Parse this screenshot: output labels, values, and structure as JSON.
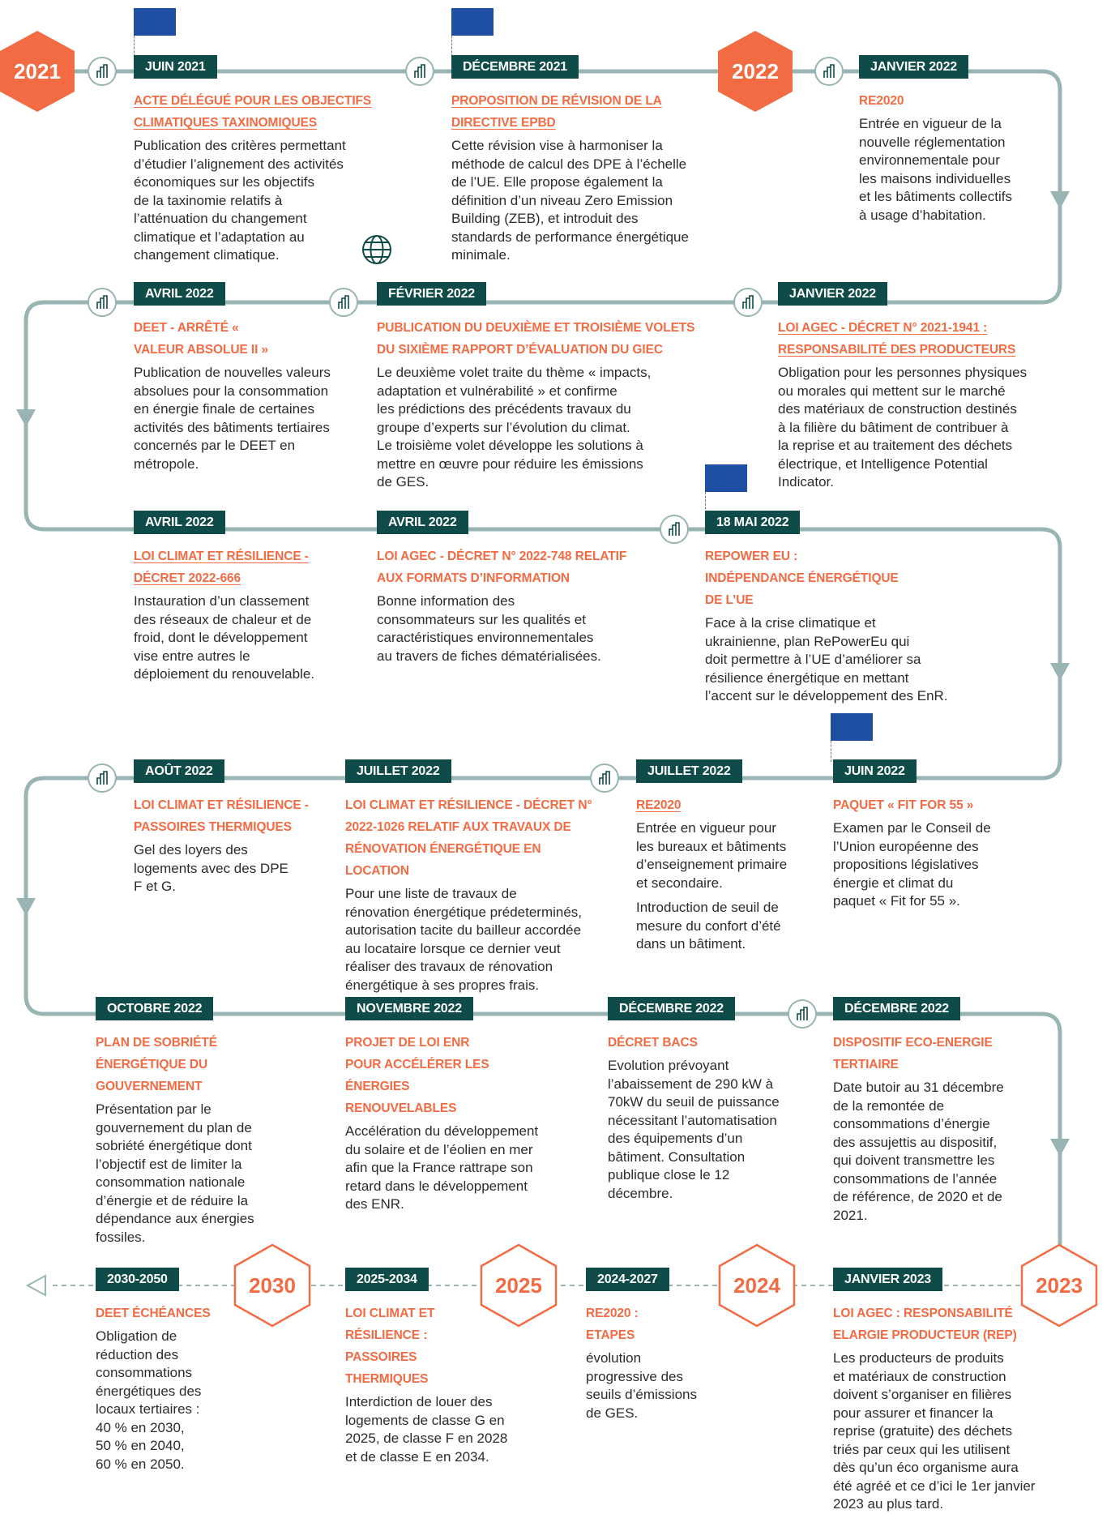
{
  "colors": {
    "accent": "#f26b43",
    "date_bg": "#0f4c49",
    "line": "#98b5b3"
  },
  "years": {
    "y2021": "2021",
    "y2022": "2022",
    "y2023": "2023",
    "y2024": "2024",
    "y2025": "2025",
    "y2030": "2030"
  },
  "events": [
    {
      "date": "JUIN 2021",
      "title": "ACTE DÉLÉGUÉ POUR LES OBJECTIFS CLIMATIQUES TAXINOMIQUES",
      "desc": "Publication des critères permettant\nd’étudier l’alignement des activités\néconomiques sur les objectifs\nde la taxinomie relatifs à\nl’atténuation du changement\nclimatique et l’adaptation au\nchangement climatique."
    },
    {
      "date": "DÉCEMBRE 2021",
      "title": "PROPOSITION DE RÉVISION DE LA DIRECTIVE EPBD",
      "desc": "Cette révision vise à harmoniser la\nméthode de calcul des DPE à l’échelle\nde l’UE. Elle propose également la\ndéfinition d’un niveau Zero Emission\nBuilding (ZEB), et introduit des\nstandards de performance énergétique\nminimale."
    },
    {
      "date": "JANVIER 2022",
      "title": "RE2020",
      "desc": "Entrée en vigueur de la\nnouvelle réglementation\nenvironnementale pour\nles maisons individuelles\net les bâtiments collectifs\nà usage d’habitation."
    },
    {
      "date": "AVRIL 2022",
      "title": "DEET - ARRÊTÉ « VALEUR ABSOLUE II »",
      "desc": "Publication de nouvelles valeurs\nabsolues pour la consommation\nen énergie finale de certaines\nactivités des bâtiments tertiaires\nconcernés par le DEET en\nmétropole."
    },
    {
      "date": "FÉVRIER 2022",
      "title": "PUBLICATION DU DEUXIÈME ET TROISIÈME VOLETS DU SIXIÈME RAPPORT D’ÉVALUATION DU GIEC",
      "desc": "Le deuxième volet traite du thème « impacts,\nadaptation et vulnérabilité » et confirme\nles prédictions des précédents travaux du\ngroupe d’experts sur l’évolution du climat.\nLe troisième volet développe les solutions à\nmettre en œuvre pour réduire les émissions\nde GES."
    },
    {
      "date": "JANVIER 2022",
      "title": "LOI AGEC - DÉCRET N° 2021-1941 : RESPONSABILITÉ DES PRODUCTEURS",
      "desc": "Obligation pour les personnes physiques\nou morales qui mettent sur le marché\ndes matériaux de construction destinés\nà la filière du bâtiment de contribuer à\nla reprise et au traitement des déchets\nélectrique, et Intelligence Potential\nIndicator."
    },
    {
      "date": "AVRIL 2022",
      "title": "LOI CLIMAT ET RÉSILIENCE - DÉCRET 2022-666",
      "desc": "Instauration d’un classement\ndes réseaux de chaleur et de\nfroid, dont le développement\nvise entre autres le\ndéploiement du renouvelable."
    },
    {
      "date": "AVRIL 2022",
      "title": "LOI AGEC - DÉCRET N° 2022-748 RELATIF AUX FORMATS D’INFORMATION",
      "desc": "Bonne information des\nconsommateurs sur les qualités et\ncaractéristiques environnementales\nau travers de fiches dématérialisées."
    },
    {
      "date": "18 MAI 2022",
      "title": "REPOWER EU : INDÉPENDANCE ÉNERGÉTIQUE DE L’UE",
      "desc": "Face à la crise climatique et\nukrainienne, plan RePowerEu qui\ndoit permettre à l’UE d’améliorer sa\nrésilience énergétique en mettant\nl’accent sur le développement des EnR."
    },
    {
      "date": "AOÛT 2022",
      "title": "LOI CLIMAT ET RÉSILIENCE - PASSOIRES THERMIQUES",
      "desc": "Gel des loyers des\nlogements avec des DPE\nF et G."
    },
    {
      "date": "JUILLET 2022",
      "title": "LOI CLIMAT ET RÉSILIENCE - DÉCRET N° 2022-1026 RELATIF AUX TRAVAUX DE RÉNOVATION ÉNERGÉTIQUE EN LOCATION",
      "desc": "Pour une liste de travaux de\nrénovation énergétique prédeterminés,\nautorisation tacite du bailleur accordée\nau locataire lorsque ce dernier veut\nréaliser des travaux de rénovation\nénergétique à ses propres frais."
    },
    {
      "date": "JUILLET 2022",
      "title": "RE2020",
      "desc": "Entrée en vigueur pour\nles bureaux et bâtiments\nd’enseignement primaire\net secondaire.",
      "desc2": "Introduction de seuil de\nmesure du confort d’été\ndans un bâtiment."
    },
    {
      "date": "JUIN 2022",
      "title": "PAQUET « FIT FOR 55 »",
      "desc": "Examen par le Conseil de\nl’Union européenne des\npropositions législatives\nénergie et climat du\npaquet « Fit for 55 »."
    },
    {
      "date": "OCTOBRE 2022",
      "title": "PLAN DE SOBRIÉTÉ ÉNERGÉTIQUE DU GOUVERNEMENT",
      "desc": "Présentation par le\ngouvernement du plan de\nsobriété énergétique dont\nl’objectif est de limiter la\nconsommation nationale\nd’énergie et de réduire la\ndépendance aux énergies\nfossiles."
    },
    {
      "date": "NOVEMBRE 2022",
      "title": "PROJET DE LOI ENR POUR ACCÉLÉRER LES ÉNERGIES RENOUVELABLES",
      "desc": "Accélération du développement\ndu solaire et de l’éolien en mer\nafin que la France rattrape son\nretard dans le développement\ndes ENR."
    },
    {
      "date": "DÉCEMBRE 2022",
      "title": "DÉCRET BACS",
      "desc": "Evolution prévoyant\nl’abaissement de 290 kW à\n70kW du seuil de puissance\nnécessitant l’automatisation\ndes équipements d’un\nbâtiment. Consultation\npublique close le 12\ndécembre."
    },
    {
      "date": "DÉCEMBRE 2022",
      "title": "DISPOSITIF ECO-ENERGIE TERTIAIRE",
      "desc": "Date butoir au 31 décembre\nde la remontée de\nconsommations d’énergie\ndes assujettis au dispositif,\nqui doivent transmettre les\nconsommations de l’année\nde référence, de 2020 et de\n2021."
    },
    {
      "date": "2030-2050",
      "title": "DEET ÉCHÉANCES",
      "desc": "Obligation de\nréduction des\nconsommations\nénergétiques des\nlocaux tertiaires :\n40 % en 2030,\n50 % en 2040,\n60 % en 2050."
    },
    {
      "date": "2025-2034",
      "title": "LOI CLIMAT ET RÉSILIENCE : PASSOIRES THERMIQUES",
      "desc": "Interdiction de louer des\nlogements de classe G en\n2025, de classe F en 2028\net de classe E en 2034."
    },
    {
      "date": "2024-2027",
      "title": "RE2020 : ETAPES",
      "desc": "évolution\nprogressive des\nseuils d’émissions\nde GES."
    },
    {
      "date": "JANVIER 2023",
      "title": "LOI AGEC : RESPONSABILITÉ ELARGIE PRODUCTEUR (REP)",
      "desc": "Les producteurs de produits\net matériaux de construction\ndoivent s’organiser en filières\npour assurer et financer la\nreprise (gratuite) des déchets\ntriés par ceux qui les utilisent\ndès qu’un éco organisme aura\nété agréé et ce d’ici le 1er janvier\n2023 au plus tard."
    }
  ]
}
